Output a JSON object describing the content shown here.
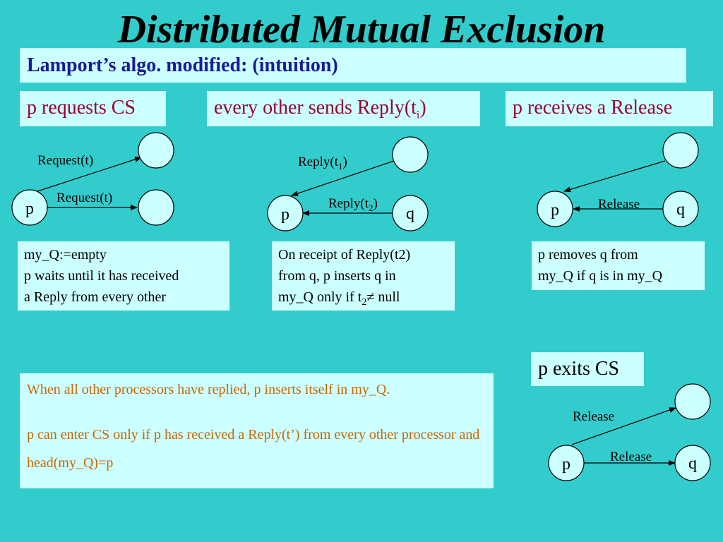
{
  "title": "Distributed Mutual Exclusion",
  "subtitle": "Lamport’s algo. modified: (intuition)",
  "phases": {
    "request": "p requests CS",
    "reply": "every other sends Reply(t",
    "reply_sub": "i",
    "reply_close": ")",
    "release": "p receives a Release",
    "exit": "p exits CS"
  },
  "diagrams": {
    "node_p": "p",
    "node_q": "q",
    "request_label": "Request(t)",
    "reply_label": "Reply(t",
    "reply_sub1": "1",
    "reply_sub2": "2",
    "reply_close": ")",
    "release_label": "Release"
  },
  "notes": {
    "request": [
      "my_Q:=empty",
      "p waits until it has received",
      "a Reply from every other"
    ],
    "reply_line1": "On receipt of Reply(t2)",
    "reply_line2": "from q, p inserts  q in",
    "reply_line3_a": "my_Q only if  t",
    "reply_line3_sub": "2",
    "reply_line3_b": "≠ null",
    "release": [
      "p removes q from",
      "my_Q if q is in my_Q"
    ]
  },
  "summary": {
    "line1": "When all other processors have replied, p inserts itself in my_Q.",
    "line2": "p can enter CS only if p has received a Reply(t’) from every other processor and head(my_Q)=p"
  },
  "colors": {
    "background": "#33cccc",
    "box": "#ccffff",
    "phase_text": "#990033",
    "subtitle_text": "#1a1a99",
    "summary_text": "#cc6600"
  }
}
